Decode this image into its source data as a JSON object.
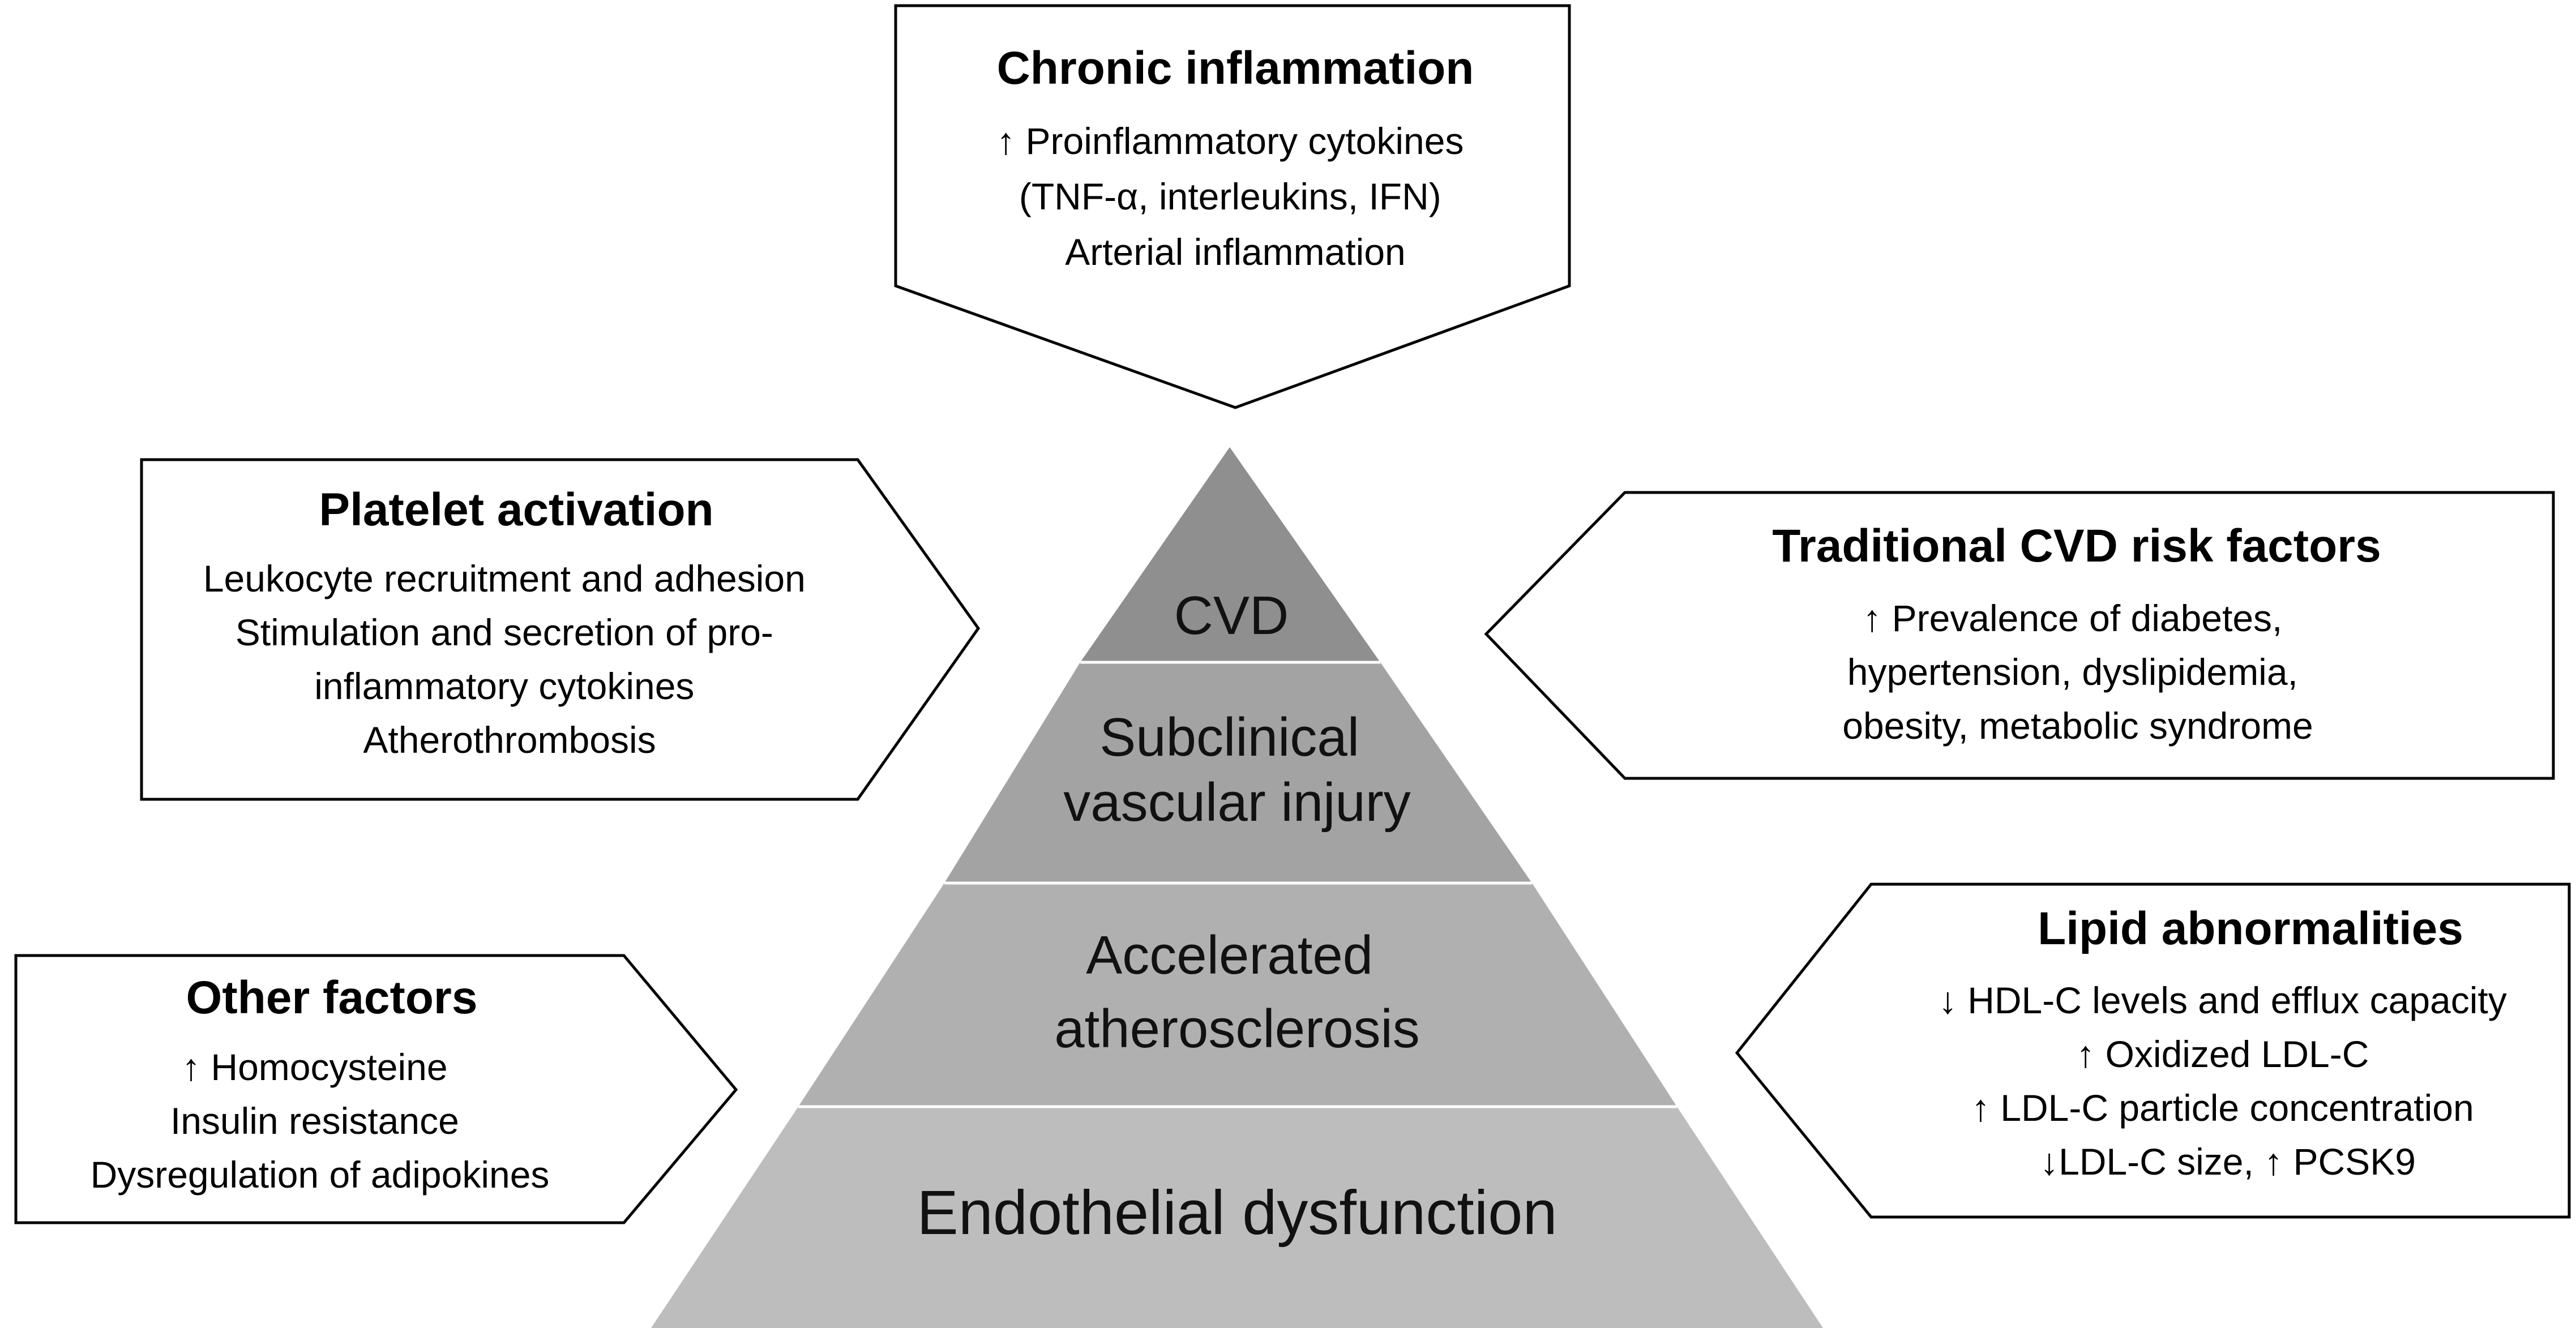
{
  "callouts": {
    "chronic_inflammation": {
      "title": "Chronic inflammation",
      "lines": [
        "↑ Proinflammatory cytokines",
        "(TNF-α, interleukins, IFN)",
        "Arterial inflammation"
      ]
    },
    "platelet_activation": {
      "title": "Platelet activation",
      "lines": [
        "Leukocyte recruitment  and adhesion",
        "Stimulation and secretion  of pro-",
        "inflammatory cytokines",
        "Atherothrombosis"
      ]
    },
    "traditional_cvd": {
      "title": "Traditional CVD risk factors",
      "lines": [
        "↑ Prevalence of diabetes,",
        "hypertension, dyslipidemia,",
        "obesity, metabolic syndrome"
      ]
    },
    "other_factors": {
      "title": "Other factors",
      "lines": [
        "↑ Homocysteine",
        "Insulin resistance",
        "Dysregulation of adipokines"
      ]
    },
    "lipid_abnormalities": {
      "title": "Lipid abnormalities",
      "lines": [
        "↓ HDL-C levels and efflux capacity",
        "↑ Oxidized LDL-C",
        "↑ LDL-C particle concentration",
        "↓LDL-C size, ↑ PCSK9"
      ]
    }
  },
  "pyramid": {
    "tiers": [
      {
        "lines": [
          "CVD"
        ],
        "color": "#8f8f8f"
      },
      {
        "lines": [
          "Subclinical",
          "vascular injury"
        ],
        "color": "#a3a3a3"
      },
      {
        "lines": [
          "Accelerated",
          "atherosclerosis"
        ],
        "color": "#b0b0b0"
      },
      {
        "lines": [
          "Endothelial dysfunction"
        ],
        "color": "#bdbdbd"
      }
    ]
  },
  "colors": {
    "box_fill": "#ffffff",
    "box_stroke": "#000000",
    "tier_divider": "#ffffff"
  }
}
